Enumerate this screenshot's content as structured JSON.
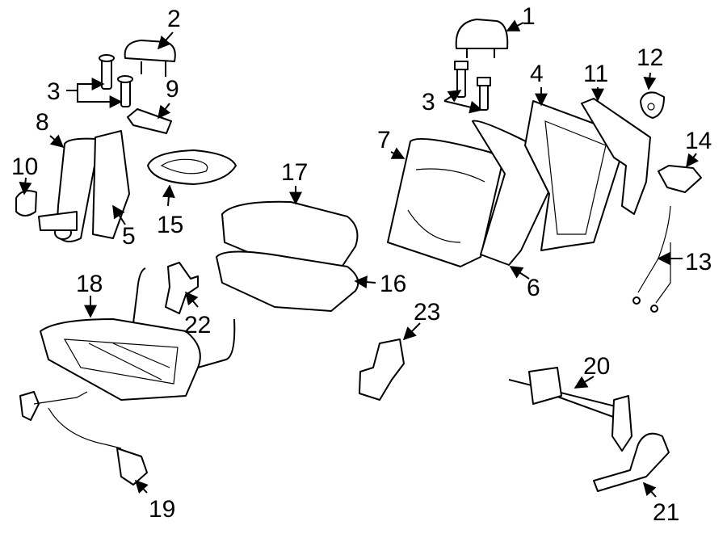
{
  "diagram": {
    "title": "Rear seat components",
    "callouts": [
      {
        "id": "c1",
        "label": "1"
      },
      {
        "id": "c2",
        "label": "2"
      },
      {
        "id": "c3a",
        "label": "3"
      },
      {
        "id": "c3b",
        "label": "3"
      },
      {
        "id": "c4",
        "label": "4"
      },
      {
        "id": "c5",
        "label": "5"
      },
      {
        "id": "c6",
        "label": "6"
      },
      {
        "id": "c7",
        "label": "7"
      },
      {
        "id": "c8",
        "label": "8"
      },
      {
        "id": "c9",
        "label": "9"
      },
      {
        "id": "c10",
        "label": "10"
      },
      {
        "id": "c11",
        "label": "11"
      },
      {
        "id": "c12",
        "label": "12"
      },
      {
        "id": "c13",
        "label": "13"
      },
      {
        "id": "c14",
        "label": "14"
      },
      {
        "id": "c15",
        "label": "15"
      },
      {
        "id": "c16",
        "label": "16"
      },
      {
        "id": "c17",
        "label": "17"
      },
      {
        "id": "c18",
        "label": "18"
      },
      {
        "id": "c19",
        "label": "19"
      },
      {
        "id": "c20",
        "label": "20"
      },
      {
        "id": "c21",
        "label": "21"
      },
      {
        "id": "c22",
        "label": "22"
      },
      {
        "id": "c23",
        "label": "23"
      }
    ]
  }
}
